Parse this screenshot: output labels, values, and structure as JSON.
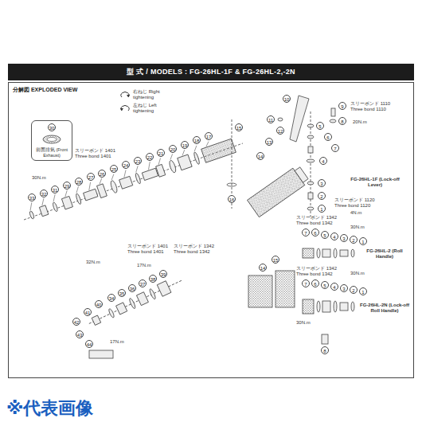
{
  "diagram": {
    "title": "型 式 / MODELS : FG-26HL-1F & FG-26HL-2,-2N",
    "caption": "※代表画像",
    "nodes": [
      {
        "text": [
          "分解図 EXPLODED VIEW"
        ]
      },
      {
        "text": [
          "30",
          "前面排気 (Front Exhaust)"
        ],
        "in": 0
      }
    ],
    "labels": [
      "10",
      "9",
      "スリーボンド 1110 Three bond 1110",
      "8",
      "20N.m",
      "11",
      "12",
      "13",
      "14",
      "5",
      "6",
      "7",
      "4",
      "スリーボンド 1120 Three bond 1120",
      "4N.m",
      "3",
      "2",
      "1",
      "FG-26HL-1F (Lock-off Lever)",
      "15",
      "16",
      "17",
      "18",
      "19",
      "20",
      "21",
      "22",
      "23",
      "24",
      "25",
      "26",
      "27",
      "28",
      "29",
      "31",
      "32",
      "33",
      "スリーボンド 1401 Three bond 1401",
      "30N.m",
      "スリーボンド 1401 Three bond 1401",
      "スリーボンド 1342 Three bond 1342",
      "32N.m",
      "17N.m",
      "39",
      "38",
      "37",
      "36",
      "35",
      "34",
      "40",
      "41",
      "42",
      "43",
      "44",
      "17N.m",
      "14",
      "15",
      "スリーボンド 1342 Three bond 1342",
      "30N.m",
      "7",
      "6",
      "5",
      "4",
      "3",
      "2",
      "1",
      "FG-26HL-2 (Roll Handle)",
      "スリーボンド 1342 Three bond 1342",
      "30N.m",
      "7",
      "6",
      "5",
      "4",
      "3",
      "2",
      "1",
      "FG-26HL-2N (Lock-off Roll Handle)",
      "30N.m",
      "8"
    ],
    "legend": [
      {
        "text": "右ねじ Right tightening"
      },
      {
        "text": "左ねじ Left tightening"
      }
    ]
  }
}
